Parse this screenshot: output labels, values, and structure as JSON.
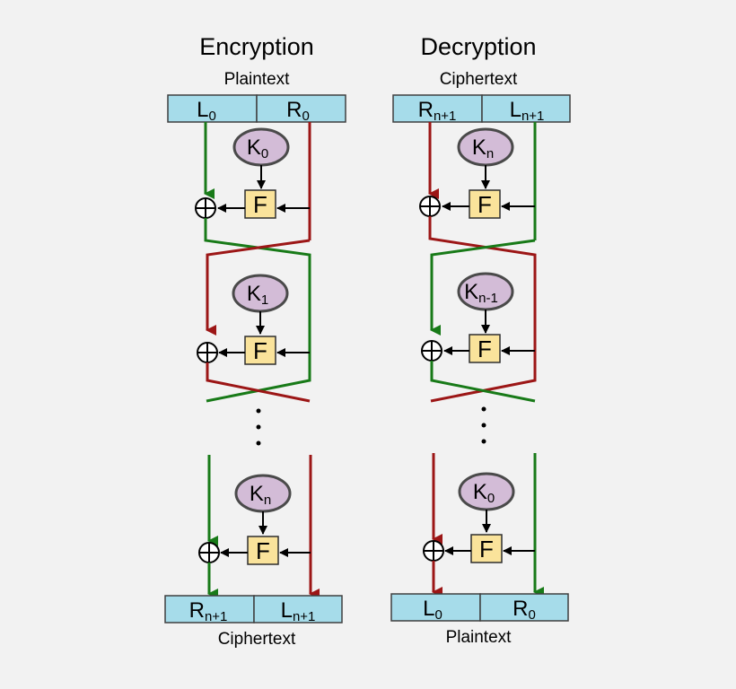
{
  "encryption": {
    "title": "Encryption",
    "top_label": "Plaintext",
    "top_left": {
      "main": "L",
      "sub": "0"
    },
    "top_right": {
      "main": "R",
      "sub": "0"
    },
    "keys": [
      {
        "main": "K",
        "sub": "0"
      },
      {
        "main": "K",
        "sub": "1"
      },
      {
        "main": "K",
        "sub": "n"
      }
    ],
    "f_label": "F",
    "bottom_left": {
      "main": "R",
      "sub": "n+1"
    },
    "bottom_right": {
      "main": "L",
      "sub": "n+1"
    },
    "bottom_label": "Ciphertext"
  },
  "decryption": {
    "title": "Decryption",
    "top_label": "Ciphertext",
    "top_left": {
      "main": "R",
      "sub": "n+1"
    },
    "top_right": {
      "main": "L",
      "sub": "n+1"
    },
    "keys": [
      {
        "main": "K",
        "sub": "n"
      },
      {
        "main": "K",
        "sub": "n-1"
      },
      {
        "main": "K",
        "sub": "0"
      }
    ],
    "f_label": "F",
    "bottom_left": {
      "main": "L",
      "sub": "0"
    },
    "bottom_right": {
      "main": "R",
      "sub": "0"
    },
    "bottom_label": "Plaintext"
  },
  "colors": {
    "box_fill": "#a6dcea",
    "key_fill": "#d3bcd7",
    "f_fill": "#fae39b",
    "green": "#187a18",
    "red": "#9c1616"
  }
}
